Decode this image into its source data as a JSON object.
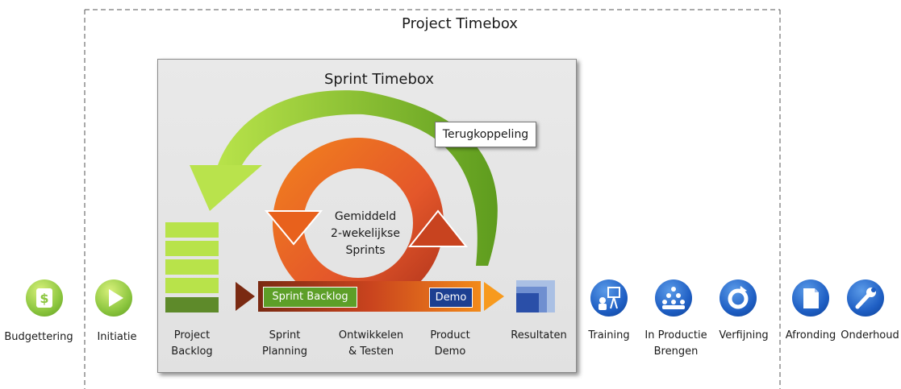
{
  "project": {
    "title": "Project Timebox"
  },
  "sprint": {
    "title": "Sprint Timebox",
    "feedback": "Terugkoppeling",
    "center_line1": "Gemiddeld",
    "center_line2": "2-wekelijkse",
    "center_line3": "Sprints",
    "sprint_backlog": "Sprint Backlog",
    "demo": "Demo"
  },
  "steps": {
    "project_backlog": [
      "Project",
      "Backlog"
    ],
    "sprint_planning": [
      "Sprint",
      "Planning"
    ],
    "ontwikkelen": [
      "Ontwikkelen",
      "& Testen"
    ],
    "product_demo": [
      "Product",
      "Demo"
    ],
    "resultaten": "Resultaten"
  },
  "phases": {
    "budgettering": "Budgettering",
    "initiatie": "Initiatie",
    "training": "Training",
    "in_productie": [
      "In Productie",
      "Brengen"
    ],
    "verfijning": "Verfijning",
    "afronding": "Afronding",
    "onderhoud": "Onderhoud"
  },
  "icons": {
    "budgettering": "dollar-icon",
    "initiatie": "play-icon",
    "training": "presentation-icon",
    "in_productie": "group-icon",
    "verfijning": "refresh-icon",
    "afronding": "document-icon",
    "onderhoud": "wrench-icon"
  },
  "colors": {
    "green": "#8cc63f",
    "blue": "#1f5fc4",
    "orange": "#e8611c",
    "dark_green": "#5d9f28",
    "navy": "#1c3f91"
  }
}
